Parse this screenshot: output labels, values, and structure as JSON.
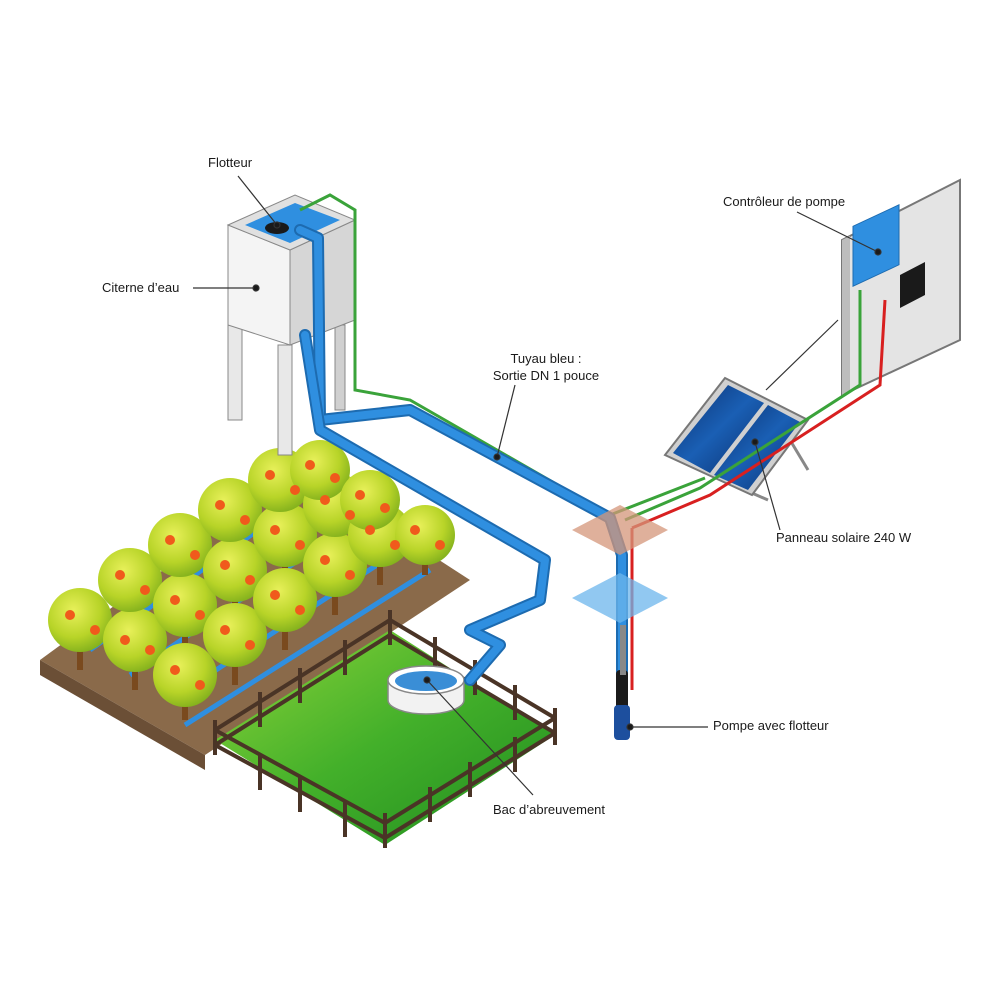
{
  "labels": {
    "float": "Flotteur",
    "tank": "Citerne d’eau",
    "pipe_line1": "Tuyau bleu :",
    "pipe_line2": "Sortie DN 1 pouce",
    "controller": "Contrôleur de pompe",
    "solar": "Panneau solaire 240 W",
    "pump": "Pompe avec flotteur",
    "trough": "Bac d’abreuvement"
  },
  "colors": {
    "pipe": "#2f8fe0",
    "pipe_outline": "#1d6bb0",
    "wire_green": "#3aa33a",
    "wire_red": "#d82020",
    "panel_blue": "#0d3f8c",
    "grass": "#3faa2a",
    "foliage": "#b8d428",
    "fruit": "#f05a1c",
    "soil": "#8a6a4a"
  }
}
